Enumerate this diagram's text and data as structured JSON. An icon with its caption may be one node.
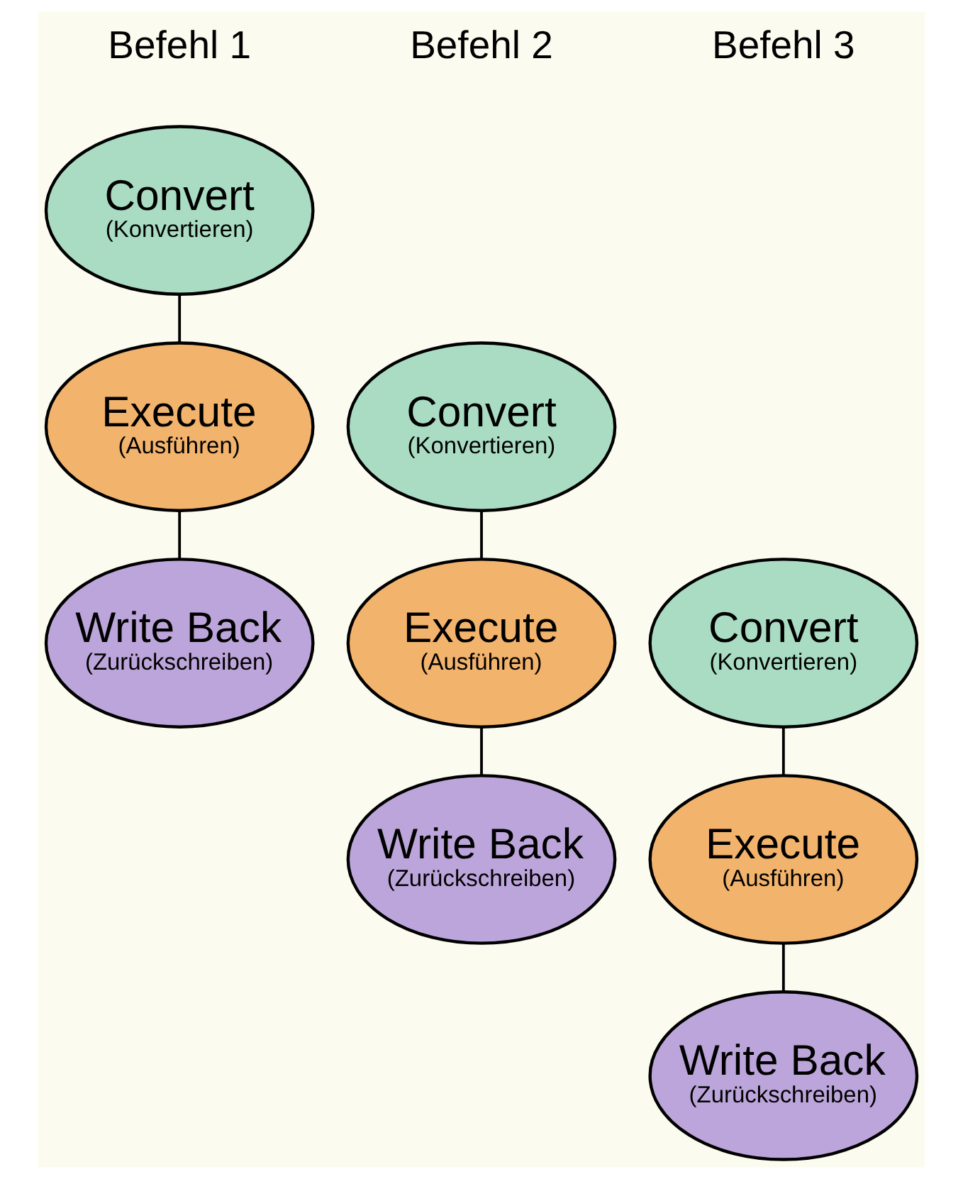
{
  "diagram": {
    "nodes": [
      {
        "text": [
          "Convert",
          "(Konvertieren)"
        ]
      },
      {
        "text": [
          "Execute",
          "(Ausführen)"
        ]
      },
      {
        "text": [
          "Write Back",
          "(Zurückschreiben)"
        ]
      },
      {
        "text": [
          "Convert",
          "(Konvertieren)"
        ]
      },
      {
        "text": [
          "Execute",
          "(Ausführen)"
        ]
      },
      {
        "text": [
          "Write Back",
          "(Zurückschreiben)"
        ]
      },
      {
        "text": [
          "Convert",
          "(Konvertieren)"
        ]
      },
      {
        "text": [
          "Execute",
          "(Ausführen)"
        ]
      },
      {
        "text": [
          "Write Back",
          "(Zurückschreiben)"
        ]
      }
    ],
    "edges": [
      {
        "from": 0,
        "to": 1,
        "arrow": "none"
      },
      {
        "from": 1,
        "to": 2,
        "arrow": "none"
      },
      {
        "from": 3,
        "to": 4,
        "arrow": "none"
      },
      {
        "from": 4,
        "to": 5,
        "arrow": "none"
      },
      {
        "from": 6,
        "to": 7,
        "arrow": "none"
      },
      {
        "from": 7,
        "to": 8,
        "arrow": "none"
      }
    ],
    "labels": [
      "Befehl 1",
      "Befehl 2",
      "Befehl 3"
    ]
  }
}
